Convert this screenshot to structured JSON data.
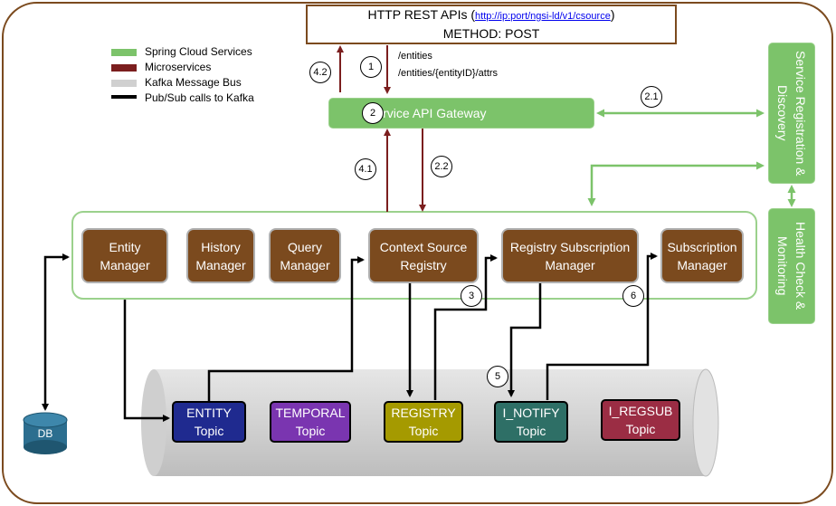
{
  "legend": [
    {
      "label": "Spring Cloud Services",
      "color": "#7cc36a"
    },
    {
      "label": "Microservices",
      "color": "#7b1e1e"
    },
    {
      "label": "Kafka Message Bus",
      "color": "#d0d0d0"
    },
    {
      "label": "Pub/Sub calls to Kafka",
      "color": "#000000"
    }
  ],
  "api_box": {
    "title": "HTTP REST APIs",
    "url": "http://ip:port/ngsi-ld/v1/csource",
    "paren_open": "(",
    "paren_close": ")",
    "method": "METHOD: POST"
  },
  "endpoints": [
    "/entities",
    "/entities/{entityID}/attrs"
  ],
  "gateway": {
    "number": "2",
    "label": "Service API Gateway"
  },
  "service_registration": "Service Registration & Discovery",
  "health_check": "Health Check & Monitoring",
  "microservices": [
    {
      "line1": "Entity",
      "line2": "Manager"
    },
    {
      "line1": "History",
      "line2": "Manager"
    },
    {
      "line1": "Query",
      "line2": "Manager"
    },
    {
      "line1": "Context Source",
      "line2": "Registry"
    },
    {
      "line1": "Registry Subscription",
      "line2": "Manager"
    },
    {
      "line1": "Subscription",
      "line2": "Manager"
    }
  ],
  "topics": [
    {
      "line1": "ENTITY",
      "line2": "Topic",
      "color": "#1f2a8f"
    },
    {
      "line1": "TEMPORAL",
      "line2": "Topic",
      "color": "#7a35b0"
    },
    {
      "line1": "REGISTRY",
      "line2": "Topic",
      "color": "#a59a00"
    },
    {
      "line1": "I_NOTIFY",
      "line2": "Topic",
      "color": "#2e6f66"
    },
    {
      "line1": "I_REGSUB",
      "line2": "Topic",
      "color": "#9b2d44"
    }
  ],
  "db_label": "DB",
  "step_labels": {
    "s1": "1",
    "s2_1": "2.1",
    "s2_2": "2.2",
    "s3": "3",
    "s4_1": "4.1",
    "s4_2": "4.2",
    "s5": "5",
    "s6": "6"
  },
  "colors": {
    "microservice": "#7b4a1e",
    "spring_cloud": "#7cc36a",
    "http_arrow": "#7b1e1e",
    "kafka_bus": "#d0d0d0"
  }
}
